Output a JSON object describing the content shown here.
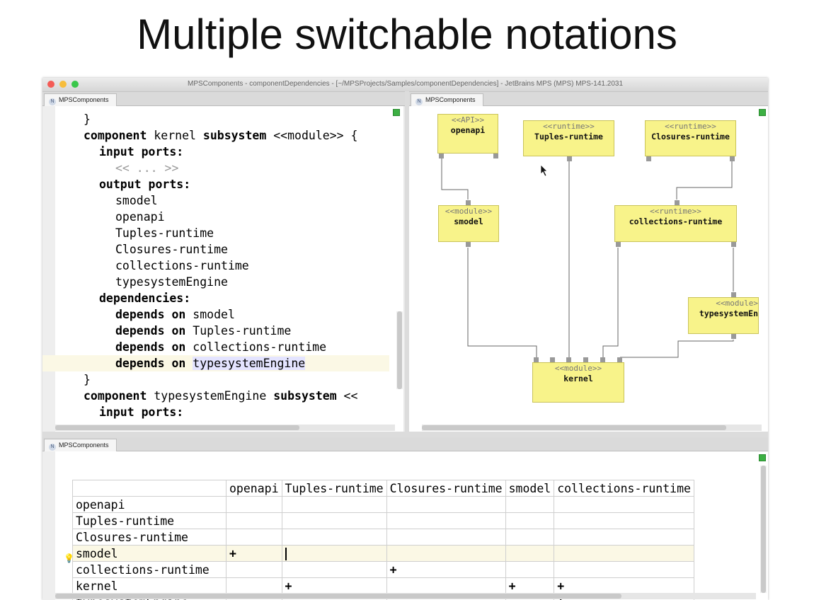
{
  "slide_title": "Multiple switchable notations",
  "window": {
    "title": "MPSComponents - componentDependencies - [~/MPSProjects/Samples/componentDependencies] - JetBrains MPS (MPS) MPS-141.2031"
  },
  "editor_tab": "MPSComponents",
  "diagram_tab": "MPSComponents",
  "table_tab": "MPSComponents",
  "tab_icon_letter": "N",
  "code": {
    "brace_close": "}",
    "kw_component": "component",
    "comp1_name": " kernel ",
    "kw_subsystem": "subsystem",
    "comp1_rest": " <<module>> {",
    "input_ports": "input ports:",
    "placeholder": "<< ... >>",
    "output_ports": "output ports:",
    "outputs": [
      "smodel",
      "openapi",
      "Tuples-runtime",
      "Closures-runtime",
      "collections-runtime",
      "typesystemEngine"
    ],
    "dependencies": "dependencies:",
    "depends_on": "depends on",
    "deps": [
      "smodel",
      "Tuples-runtime",
      "collections-runtime",
      "typesystemEngine"
    ],
    "comp2_name": " typesystemEngine ",
    "comp2_rest": " <<",
    "input_ports2": "input ports:"
  },
  "diagram": {
    "nodes": [
      {
        "stereotype": "<<API>>",
        "name": "openapi"
      },
      {
        "stereotype": "<<runtime>>",
        "name": "Tuples-runtime"
      },
      {
        "stereotype": "<<runtime>>",
        "name": "Closures-runtime"
      },
      {
        "stereotype": "<<module>>",
        "name": "smodel"
      },
      {
        "stereotype": "<<runtime>>",
        "name": "collections-runtime"
      },
      {
        "stereotype": "<<module>",
        "name": "typesystemEn"
      },
      {
        "stereotype": "<<module>>",
        "name": "kernel"
      }
    ]
  },
  "matrix": {
    "columns": [
      "openapi",
      "Tuples-runtime",
      "Closures-runtime",
      "smodel",
      "collections-runtime"
    ],
    "rows": [
      {
        "label": "openapi",
        "cells": [
          "",
          "",
          "",
          "",
          ""
        ]
      },
      {
        "label": "Tuples-runtime",
        "cells": [
          "",
          "",
          "",
          "",
          ""
        ]
      },
      {
        "label": "Closures-runtime",
        "cells": [
          "",
          "",
          "",
          "",
          ""
        ]
      },
      {
        "label": "smodel",
        "cells": [
          "+",
          "",
          "",
          "",
          ""
        ]
      },
      {
        "label": "collections-runtime",
        "cells": [
          "",
          "",
          "+",
          "",
          ""
        ]
      },
      {
        "label": "kernel",
        "cells": [
          "",
          "+",
          "",
          "+",
          "+"
        ]
      },
      {
        "label": "typesystemEngine",
        "cells": [
          "",
          "",
          "",
          "",
          "+"
        ]
      }
    ]
  },
  "colors": {
    "node_fill": "#f8f38a",
    "selection": "#e4e4ff",
    "current_line": "#fbf8e5",
    "status_ok": "#3cb043"
  }
}
